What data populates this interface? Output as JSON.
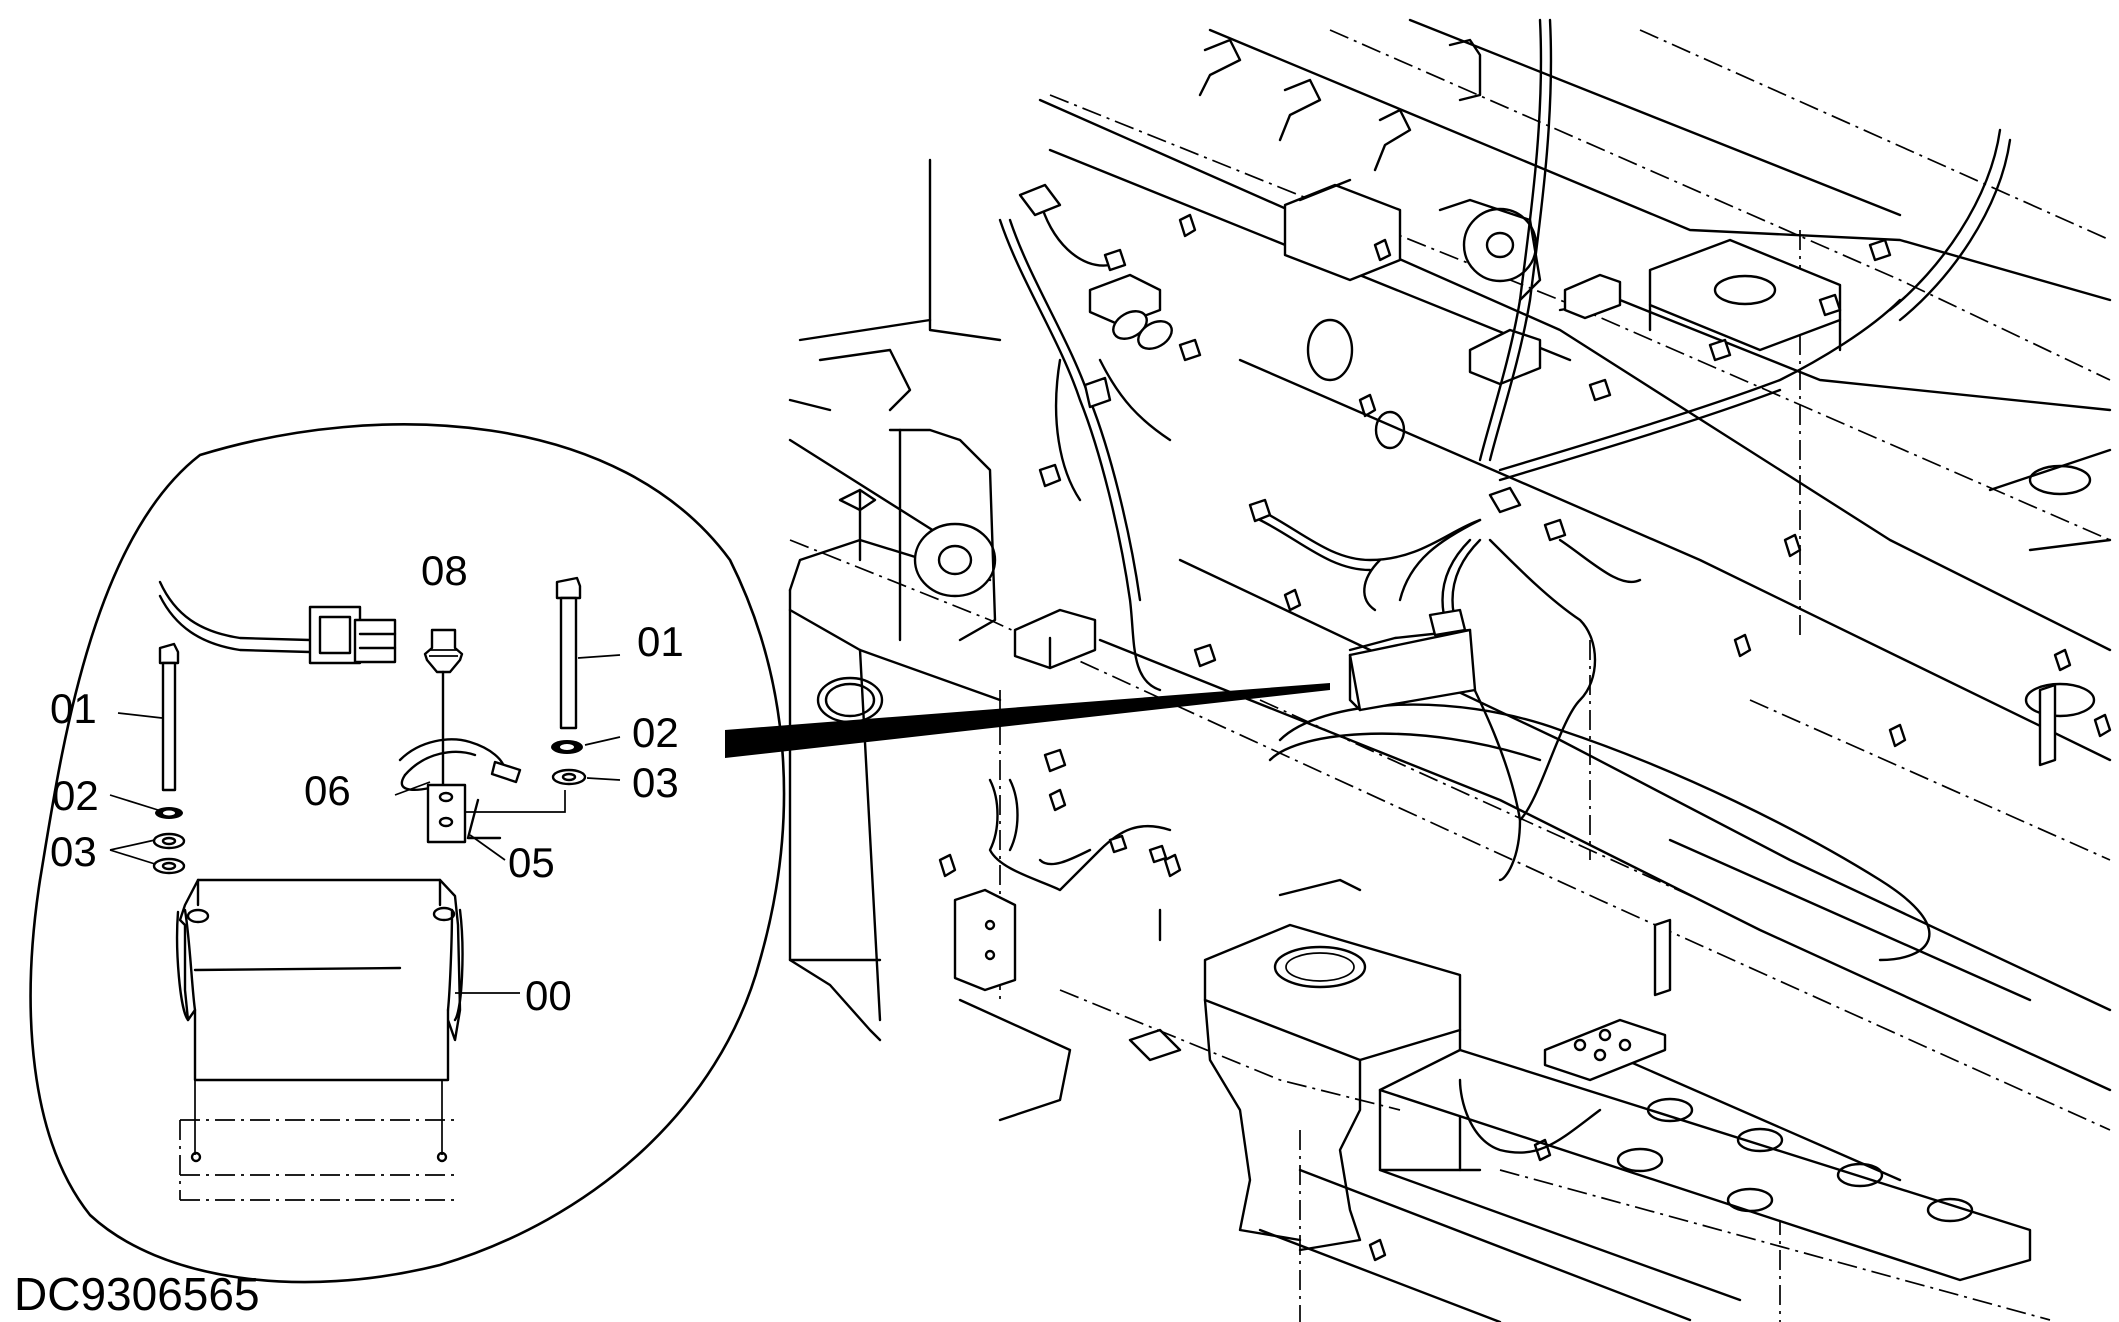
{
  "drawing_code": "DC9306565",
  "callouts": [
    {
      "id": "c00",
      "label": "00"
    },
    {
      "id": "c01a",
      "label": "01"
    },
    {
      "id": "c01b",
      "label": "01"
    },
    {
      "id": "c02a",
      "label": "02"
    },
    {
      "id": "c02b",
      "label": "02"
    },
    {
      "id": "c03a",
      "label": "03"
    },
    {
      "id": "c03b",
      "label": "03"
    },
    {
      "id": "c05",
      "label": "05"
    },
    {
      "id": "c06",
      "label": "06"
    },
    {
      "id": "c08",
      "label": "08"
    }
  ]
}
